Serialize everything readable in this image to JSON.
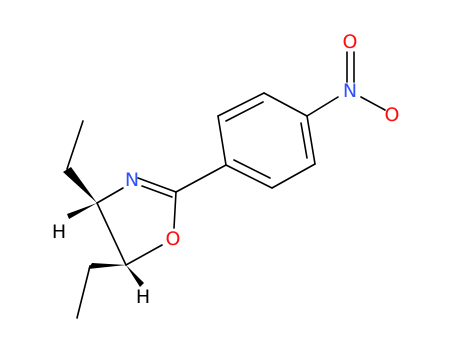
{
  "molecule": {
    "atoms": {
      "N_ring": {
        "symbol": "N",
        "color": "#3050F8"
      },
      "O_ring": {
        "symbol": "O",
        "color": "#FF0D0D"
      },
      "H_c4": {
        "symbol": "H",
        "color": "#000000"
      },
      "H_c5": {
        "symbol": "H",
        "color": "#000000"
      },
      "N_nitro": {
        "symbol": "N",
        "color": "#3050F8"
      },
      "O_nitro_top": {
        "symbol": "O",
        "color": "#FF0D0D"
      },
      "O_nitro_right": {
        "symbol": "O",
        "color": "#FF0D0D"
      }
    },
    "bond_color": "#000000"
  }
}
